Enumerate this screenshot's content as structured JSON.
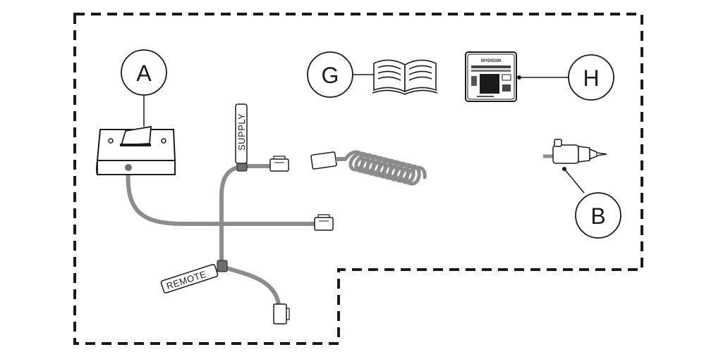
{
  "callouts": {
    "a": "A",
    "b": "B",
    "g": "G",
    "h": "H"
  },
  "tags": {
    "supply": "SUPPLY",
    "remote": "REMOTE"
  },
  "device_h": {
    "brand": "MYDISSM"
  },
  "colors": {
    "cable": "#8c8c8c",
    "outline": "#1a1a1a",
    "background": "#ffffff"
  },
  "icons": [
    "switch-icon",
    "manual-book-icon",
    "display-unit-icon",
    "coiled-cord-icon",
    "rj-plug-icon",
    "probe-icon"
  ]
}
